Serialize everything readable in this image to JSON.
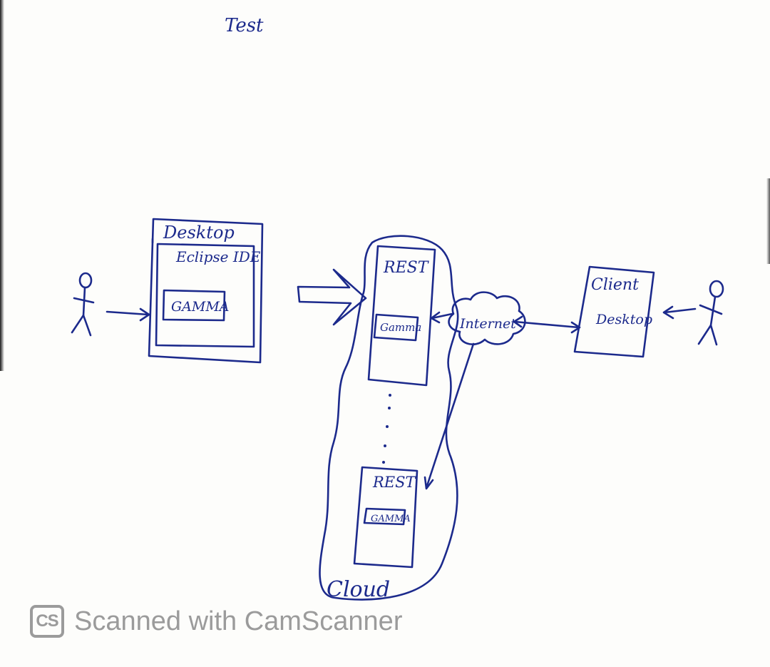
{
  "title": "Test",
  "desktop_box": {
    "title": "Desktop",
    "ide_label": "Eclipse IDE",
    "inner_label": "GAMMA"
  },
  "cloud": {
    "label": "Cloud",
    "rest_top": {
      "label": "REST",
      "inner_label": "Gamma"
    },
    "rest_bottom": {
      "label": "REST",
      "inner_label": "GAMMA"
    }
  },
  "internet_label": "Internet",
  "client_box": {
    "line1": "Client",
    "line2": "Desktop"
  },
  "watermark": {
    "logo": "CS",
    "text": "Scanned with CamScanner"
  },
  "colors": {
    "ink": "#1c2a8c",
    "paper": "#fdfdfb",
    "watermark": "#9b9b9b"
  }
}
